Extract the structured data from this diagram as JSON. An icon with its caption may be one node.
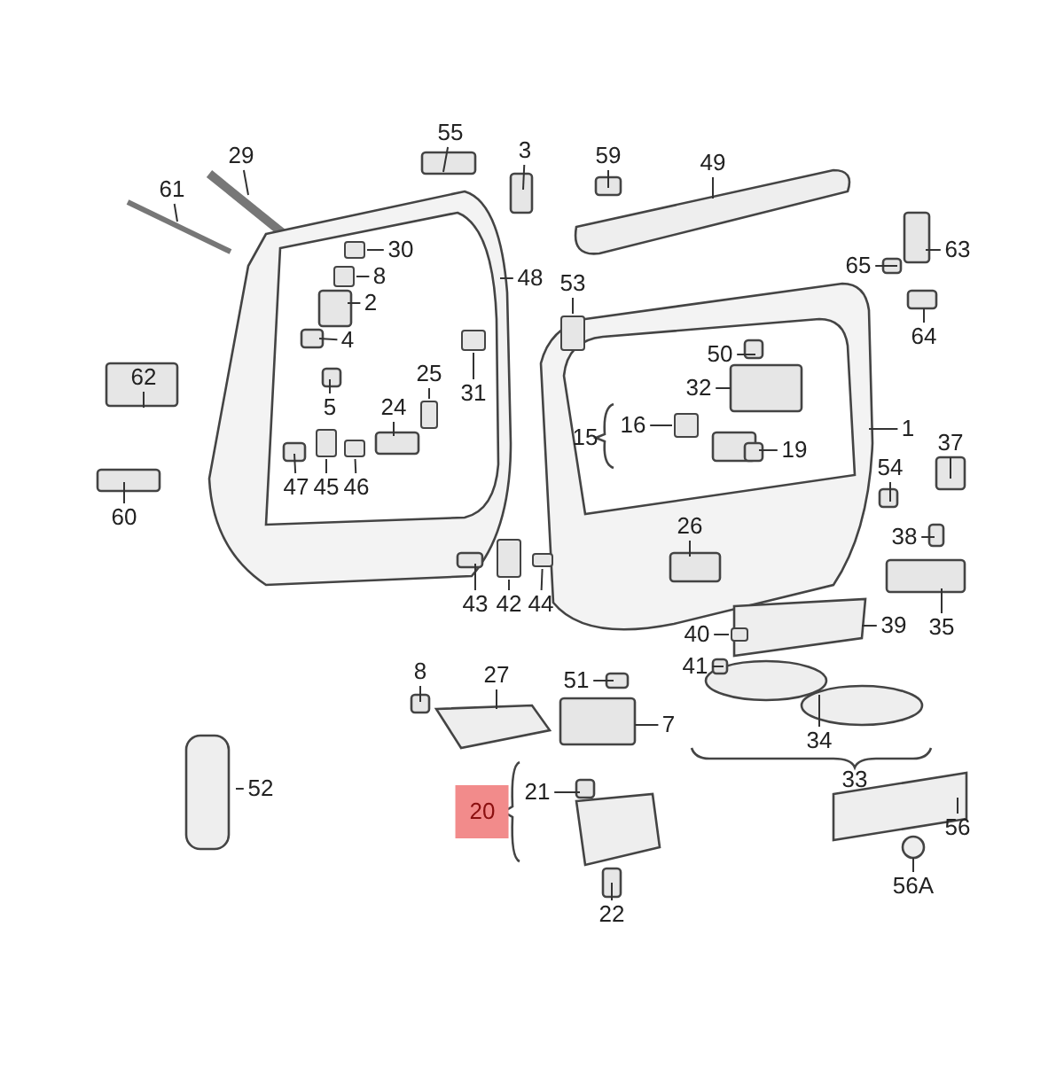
{
  "diagram": {
    "nodes": [
      {
        "text": [
          "29"
        ]
      },
      {
        "text": [
          "61"
        ]
      },
      {
        "text": [
          "55"
        ]
      },
      {
        "text": [
          "3"
        ]
      },
      {
        "text": [
          "59"
        ]
      },
      {
        "text": [
          "49"
        ]
      },
      {
        "text": [
          "30"
        ]
      },
      {
        "text": [
          "8"
        ]
      },
      {
        "text": [
          "2"
        ]
      },
      {
        "text": [
          "4"
        ]
      },
      {
        "text": [
          "48"
        ]
      },
      {
        "text": [
          "53"
        ]
      },
      {
        "text": [
          "63"
        ]
      },
      {
        "text": [
          "65"
        ]
      },
      {
        "text": [
          "64"
        ]
      },
      {
        "text": [
          "50"
        ]
      },
      {
        "text": [
          "32"
        ]
      },
      {
        "text": [
          "1"
        ]
      },
      {
        "text": [
          "15"
        ]
      },
      {
        "text": [
          "16"
        ]
      },
      {
        "text": [
          "19"
        ]
      },
      {
        "text": [
          "37"
        ]
      },
      {
        "text": [
          "62"
        ]
      },
      {
        "text": [
          "25"
        ]
      },
      {
        "text": [
          "31"
        ]
      },
      {
        "text": [
          "5"
        ]
      },
      {
        "text": [
          "24"
        ]
      },
      {
        "text": [
          "54"
        ]
      },
      {
        "text": [
          "38"
        ]
      },
      {
        "text": [
          "60"
        ]
      },
      {
        "text": [
          "47"
        ]
      },
      {
        "text": [
          "45"
        ]
      },
      {
        "text": [
          "46"
        ]
      },
      {
        "text": [
          "26"
        ]
      },
      {
        "text": [
          "43"
        ]
      },
      {
        "text": [
          "42"
        ]
      },
      {
        "text": [
          "44"
        ]
      },
      {
        "text": [
          "35"
        ]
      },
      {
        "text": [
          "40"
        ]
      },
      {
        "text": [
          "39"
        ]
      },
      {
        "text": [
          "41"
        ]
      },
      {
        "text": [
          "51"
        ]
      },
      {
        "text": [
          "8"
        ]
      },
      {
        "text": [
          "27"
        ]
      },
      {
        "text": [
          "7"
        ]
      },
      {
        "text": [
          "52"
        ]
      },
      {
        "text": [
          "21"
        ]
      },
      {
        "text": [
          "20"
        ]
      },
      {
        "text": [
          "34"
        ]
      },
      {
        "text": [
          "33"
        ]
      },
      {
        "text": [
          "56"
        ]
      },
      {
        "text": [
          "22"
        ]
      },
      {
        "text": [
          "56A"
        ]
      },
      {
        "text": [],
        "shape": "box"
      },
      {
        "text": [],
        "shape": "box"
      },
      {
        "text": [],
        "shape": "box"
      },
      {
        "text": [],
        "shape": "box"
      },
      {
        "text": [],
        "shape": "box"
      },
      {
        "text": [],
        "shape": "box"
      },
      {
        "text": [],
        "shape": "box"
      },
      {
        "text": [],
        "shape": "box"
      },
      {
        "text": [],
        "shape": "box"
      },
      {
        "text": [],
        "shape": "box"
      },
      {
        "text": [],
        "shape": "box"
      }
    ],
    "edges": [
      {
        "from": 0,
        "to": null,
        "arrow": "none"
      },
      {
        "from": 1,
        "to": null,
        "arrow": "none"
      },
      {
        "from": 2,
        "to": null,
        "arrow": "none"
      },
      {
        "from": 3,
        "to": null,
        "arrow": "none"
      },
      {
        "from": 4,
        "to": null,
        "arrow": "none"
      },
      {
        "from": 5,
        "to": null,
        "arrow": "none"
      },
      {
        "from": 6,
        "to": 53,
        "arrow": "none"
      },
      {
        "from": 7,
        "to": 54,
        "arrow": "none"
      },
      {
        "from": 8,
        "to": null,
        "arrow": "none"
      },
      {
        "from": 9,
        "to": null,
        "arrow": "none"
      },
      {
        "from": 10,
        "to": null,
        "arrow": "none"
      },
      {
        "from": 11,
        "to": 55,
        "arrow": "none"
      },
      {
        "from": 12,
        "to": null,
        "arrow": "none"
      },
      {
        "from": 13,
        "to": null,
        "arrow": "none"
      },
      {
        "from": 14,
        "to": null,
        "arrow": "none"
      },
      {
        "from": 15,
        "to": null,
        "arrow": "none"
      },
      {
        "from": 16,
        "to": null,
        "arrow": "none"
      },
      {
        "from": 17,
        "to": null,
        "arrow": "none"
      },
      {
        "from": 19,
        "to": 56,
        "arrow": "none"
      },
      {
        "from": 20,
        "to": null,
        "arrow": "none"
      },
      {
        "from": 21,
        "to": null,
        "arrow": "none"
      },
      {
        "from": 22,
        "to": null,
        "arrow": "none"
      },
      {
        "from": 23,
        "to": 57,
        "arrow": "none"
      },
      {
        "from": 24,
        "to": 58,
        "arrow": "none"
      },
      {
        "from": 25,
        "to": null,
        "arrow": "none"
      },
      {
        "from": 26,
        "to": null,
        "arrow": "none"
      },
      {
        "from": 27,
        "to": null,
        "arrow": "none"
      },
      {
        "from": 28,
        "to": null,
        "arrow": "none"
      },
      {
        "from": 29,
        "to": null,
        "arrow": "none"
      },
      {
        "from": 30,
        "to": null,
        "arrow": "none"
      },
      {
        "from": 31,
        "to": 59,
        "arrow": "none"
      },
      {
        "from": 32,
        "to": 60,
        "arrow": "none"
      },
      {
        "from": 33,
        "to": null,
        "arrow": "none"
      },
      {
        "from": 34,
        "to": null,
        "arrow": "none"
      },
      {
        "from": 35,
        "to": 63,
        "arrow": "none"
      },
      {
        "from": 36,
        "to": 61,
        "arrow": "none"
      },
      {
        "from": 37,
        "to": null,
        "arrow": "none"
      },
      {
        "from": 38,
        "to": 62,
        "arrow": "none"
      },
      {
        "from": 39,
        "to": null,
        "arrow": "none"
      },
      {
        "from": 40,
        "to": null,
        "arrow": "none"
      },
      {
        "from": 41,
        "to": null,
        "arrow": "none"
      },
      {
        "from": 42,
        "to": null,
        "arrow": "none"
      },
      {
        "from": 43,
        "to": null,
        "arrow": "none"
      },
      {
        "from": 44,
        "to": null,
        "arrow": "none"
      },
      {
        "from": 45,
        "to": null,
        "arrow": "none"
      },
      {
        "from": 46,
        "to": null,
        "arrow": "none"
      },
      {
        "from": 48,
        "to": null,
        "arrow": "none"
      },
      {
        "from": 50,
        "to": null,
        "arrow": "none"
      },
      {
        "from": 51,
        "to": null,
        "arrow": "none"
      },
      {
        "from": 52,
        "to": null,
        "arrow": "none"
      }
    ]
  }
}
